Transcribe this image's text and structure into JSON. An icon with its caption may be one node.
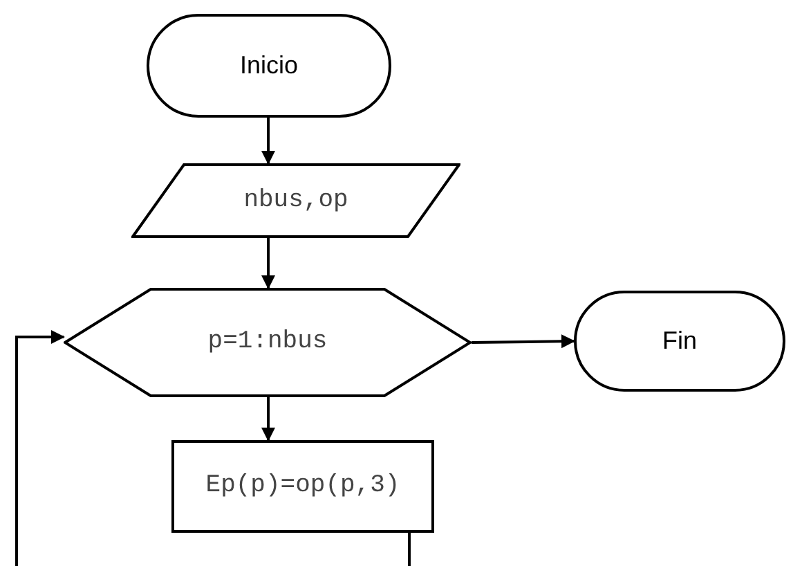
{
  "diagram": {
    "nodes": [
      {
        "text": [
          "Inicio"
        ]
      },
      {
        "text": [
          "nbus,op"
        ]
      },
      {
        "text": [
          "p=1:nbus"
        ]
      },
      {
        "text": [
          "Fin"
        ]
      },
      {
        "text": [
          "Ep(p)=op(p,3)"
        ]
      }
    ],
    "edges": [
      {
        "from": 0,
        "to": 1,
        "arrow": "to"
      },
      {
        "from": 1,
        "to": 2,
        "arrow": "to"
      },
      {
        "from": 2,
        "to": 3,
        "arrow": "to"
      },
      {
        "from": 2,
        "to": 4,
        "arrow": "to"
      },
      {
        "from": null,
        "to": 2,
        "arrow": "to"
      },
      {
        "from": 4,
        "to": null,
        "arrow": "none"
      }
    ]
  }
}
